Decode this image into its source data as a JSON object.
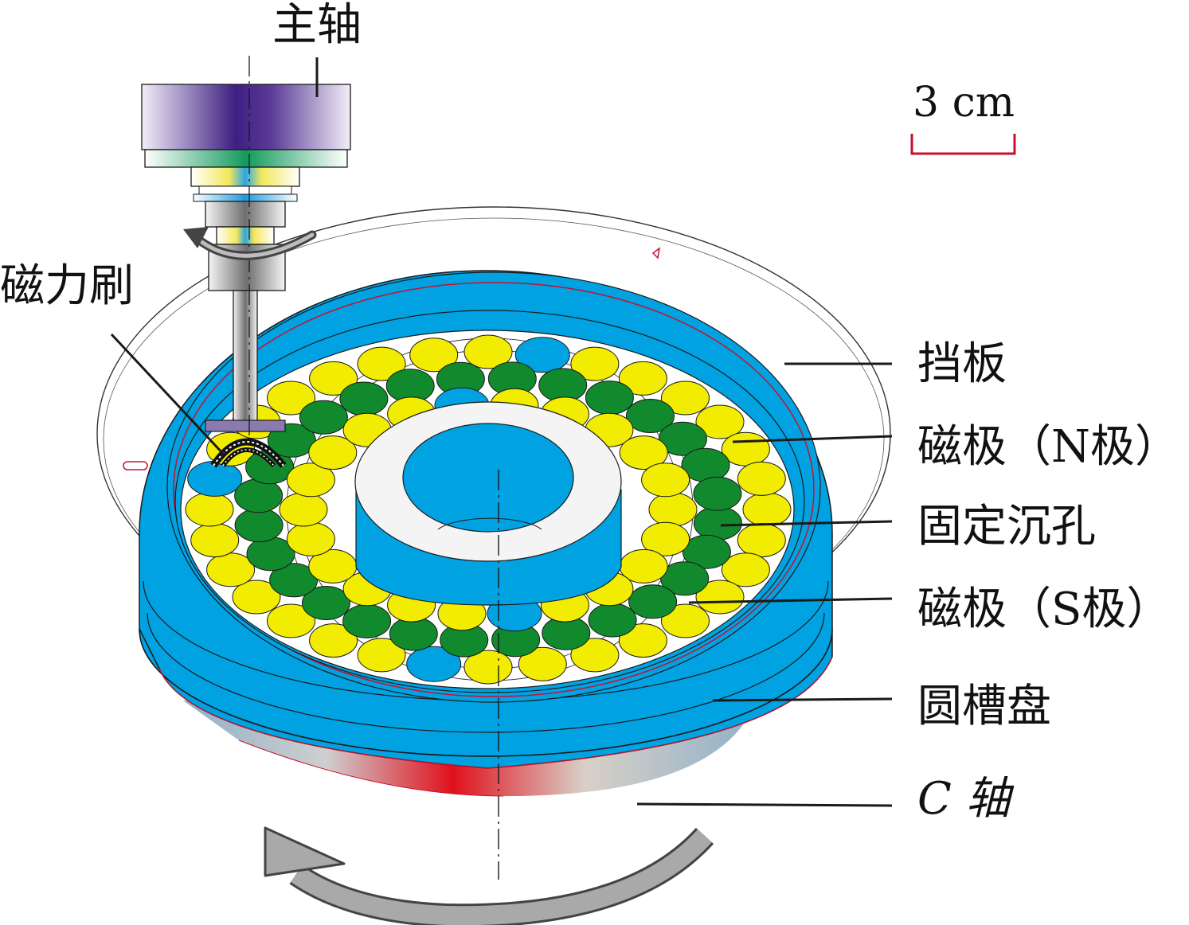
{
  "labels": {
    "spindle": "主轴",
    "magnetic_brush": "磁力刷",
    "baffle": "挡板",
    "pole_n": "磁极（N极）",
    "fixed_hole": "固定沉孔",
    "pole_s": "磁极（S极）",
    "groove_disc": "圆槽盘",
    "c_axis": "C 轴"
  },
  "scale_bar": {
    "text": "3 cm"
  },
  "colors": {
    "disc_blue": "#00a2e2",
    "pole_n_yellow": "#f2ec00",
    "pole_s_green": "#108a2c",
    "spindle_purple": "#4a2a8a",
    "c_axis_red": "#e0101c",
    "scale_red": "#c8102e",
    "arrow_grey": "#9e9e9e"
  },
  "icons": {
    "rotation_arrow_top": "rotation-arrow",
    "rotation_arrow_bottom": "rotation-arrow"
  }
}
